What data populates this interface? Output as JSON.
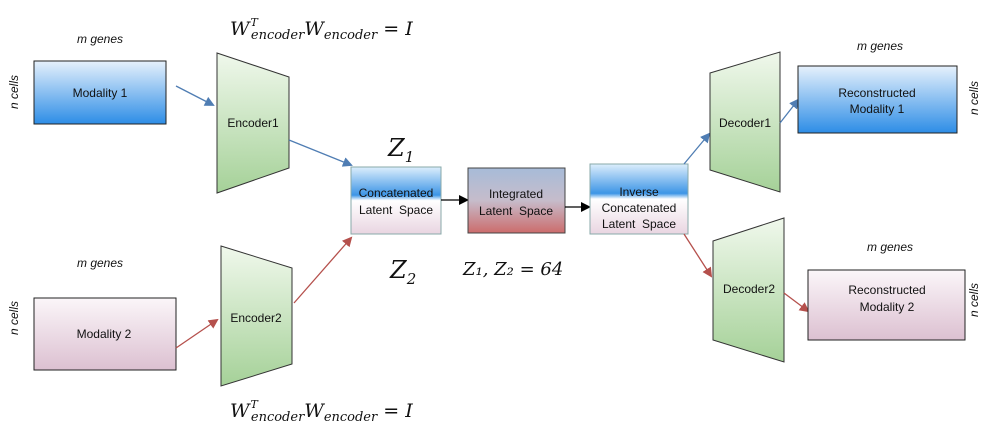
{
  "labels": {
    "m_genes": "m genes",
    "n_cells": "n cells"
  },
  "inputs": {
    "modality1": "Modality 1",
    "modality2": "Modality 2"
  },
  "encoders": {
    "encoder1": "Encoder1",
    "encoder2": "Encoder2"
  },
  "equations": {
    "top": {
      "W": "W",
      "sup": "T",
      "sub": "encoder",
      "W2": "W",
      "sub2": "encoder",
      "rhs": " = I"
    },
    "bottom": {
      "W": "W",
      "sup": "T",
      "sub": "encoder",
      "W2": "W",
      "sub2": "encoder",
      "rhs": " = I"
    },
    "latent_dims": "Z₁, Z₂ = 64"
  },
  "latent": {
    "z1": {
      "base": "Z",
      "sub": "1"
    },
    "z2": {
      "base": "Z",
      "sub": "2"
    },
    "concat_line1": "Concatenated",
    "concat_line2": "Latent  Space",
    "integrated_line1": "Integrated",
    "integrated_line2": "Latent  Space",
    "inverse_line1": "Inverse",
    "inverse_line2": "Concatenated",
    "inverse_line3": "Latent  Space"
  },
  "decoders": {
    "decoder1": "Decoder1",
    "decoder2": "Decoder2"
  },
  "outputs": {
    "recon1_line1": "Reconstructed",
    "recon1_line2": "Modality 1",
    "recon2_line1": "Reconstructed",
    "recon2_line2": "Modality 2"
  },
  "colors": {
    "blue_arrow": "#4f7db3",
    "red_arrow": "#b5504c",
    "black_arrow": "#000000",
    "encoder_fill_top": "#eef6ea",
    "encoder_fill_bottom": "#a7d29a",
    "blue_box_top": "#dfeefb",
    "blue_box_bottom": "#2e8ee8",
    "pink_box_top": "#f9f3f7",
    "pink_box_bottom": "#d9b9cd"
  }
}
